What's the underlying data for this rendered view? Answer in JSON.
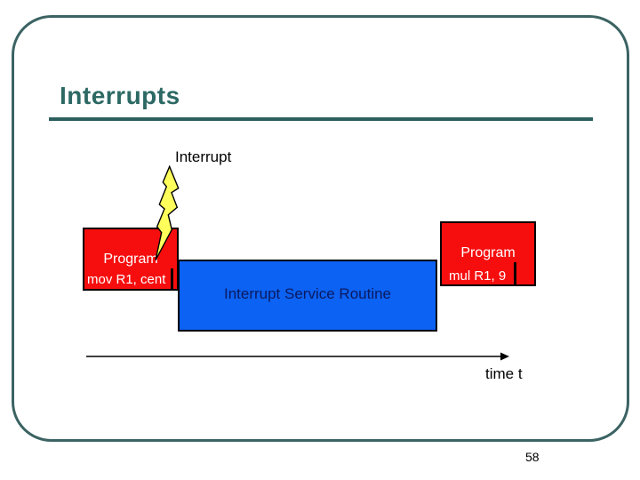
{
  "slide": {
    "title": "Interrupts",
    "page_number": "58"
  },
  "diagram": {
    "interrupt_label": "Interrupt",
    "program_before": {
      "label": "Program",
      "instruction": "mov R1, cent"
    },
    "isr_label": "Interrupt Service Routine",
    "program_after": {
      "label": "Program",
      "instruction": "mul R1, 9"
    },
    "time_label": "time t",
    "bolt_icon": "lightning-bolt",
    "colors": {
      "program_box": "#F60E0E",
      "isr_box": "#0C62F2",
      "bolt_fill": "#FFFF5C",
      "title_teal": "#2D6964",
      "rule_teal": "#2E5F5F",
      "frame_border": "#3C6363",
      "isr_text": "#0A1A60"
    }
  }
}
